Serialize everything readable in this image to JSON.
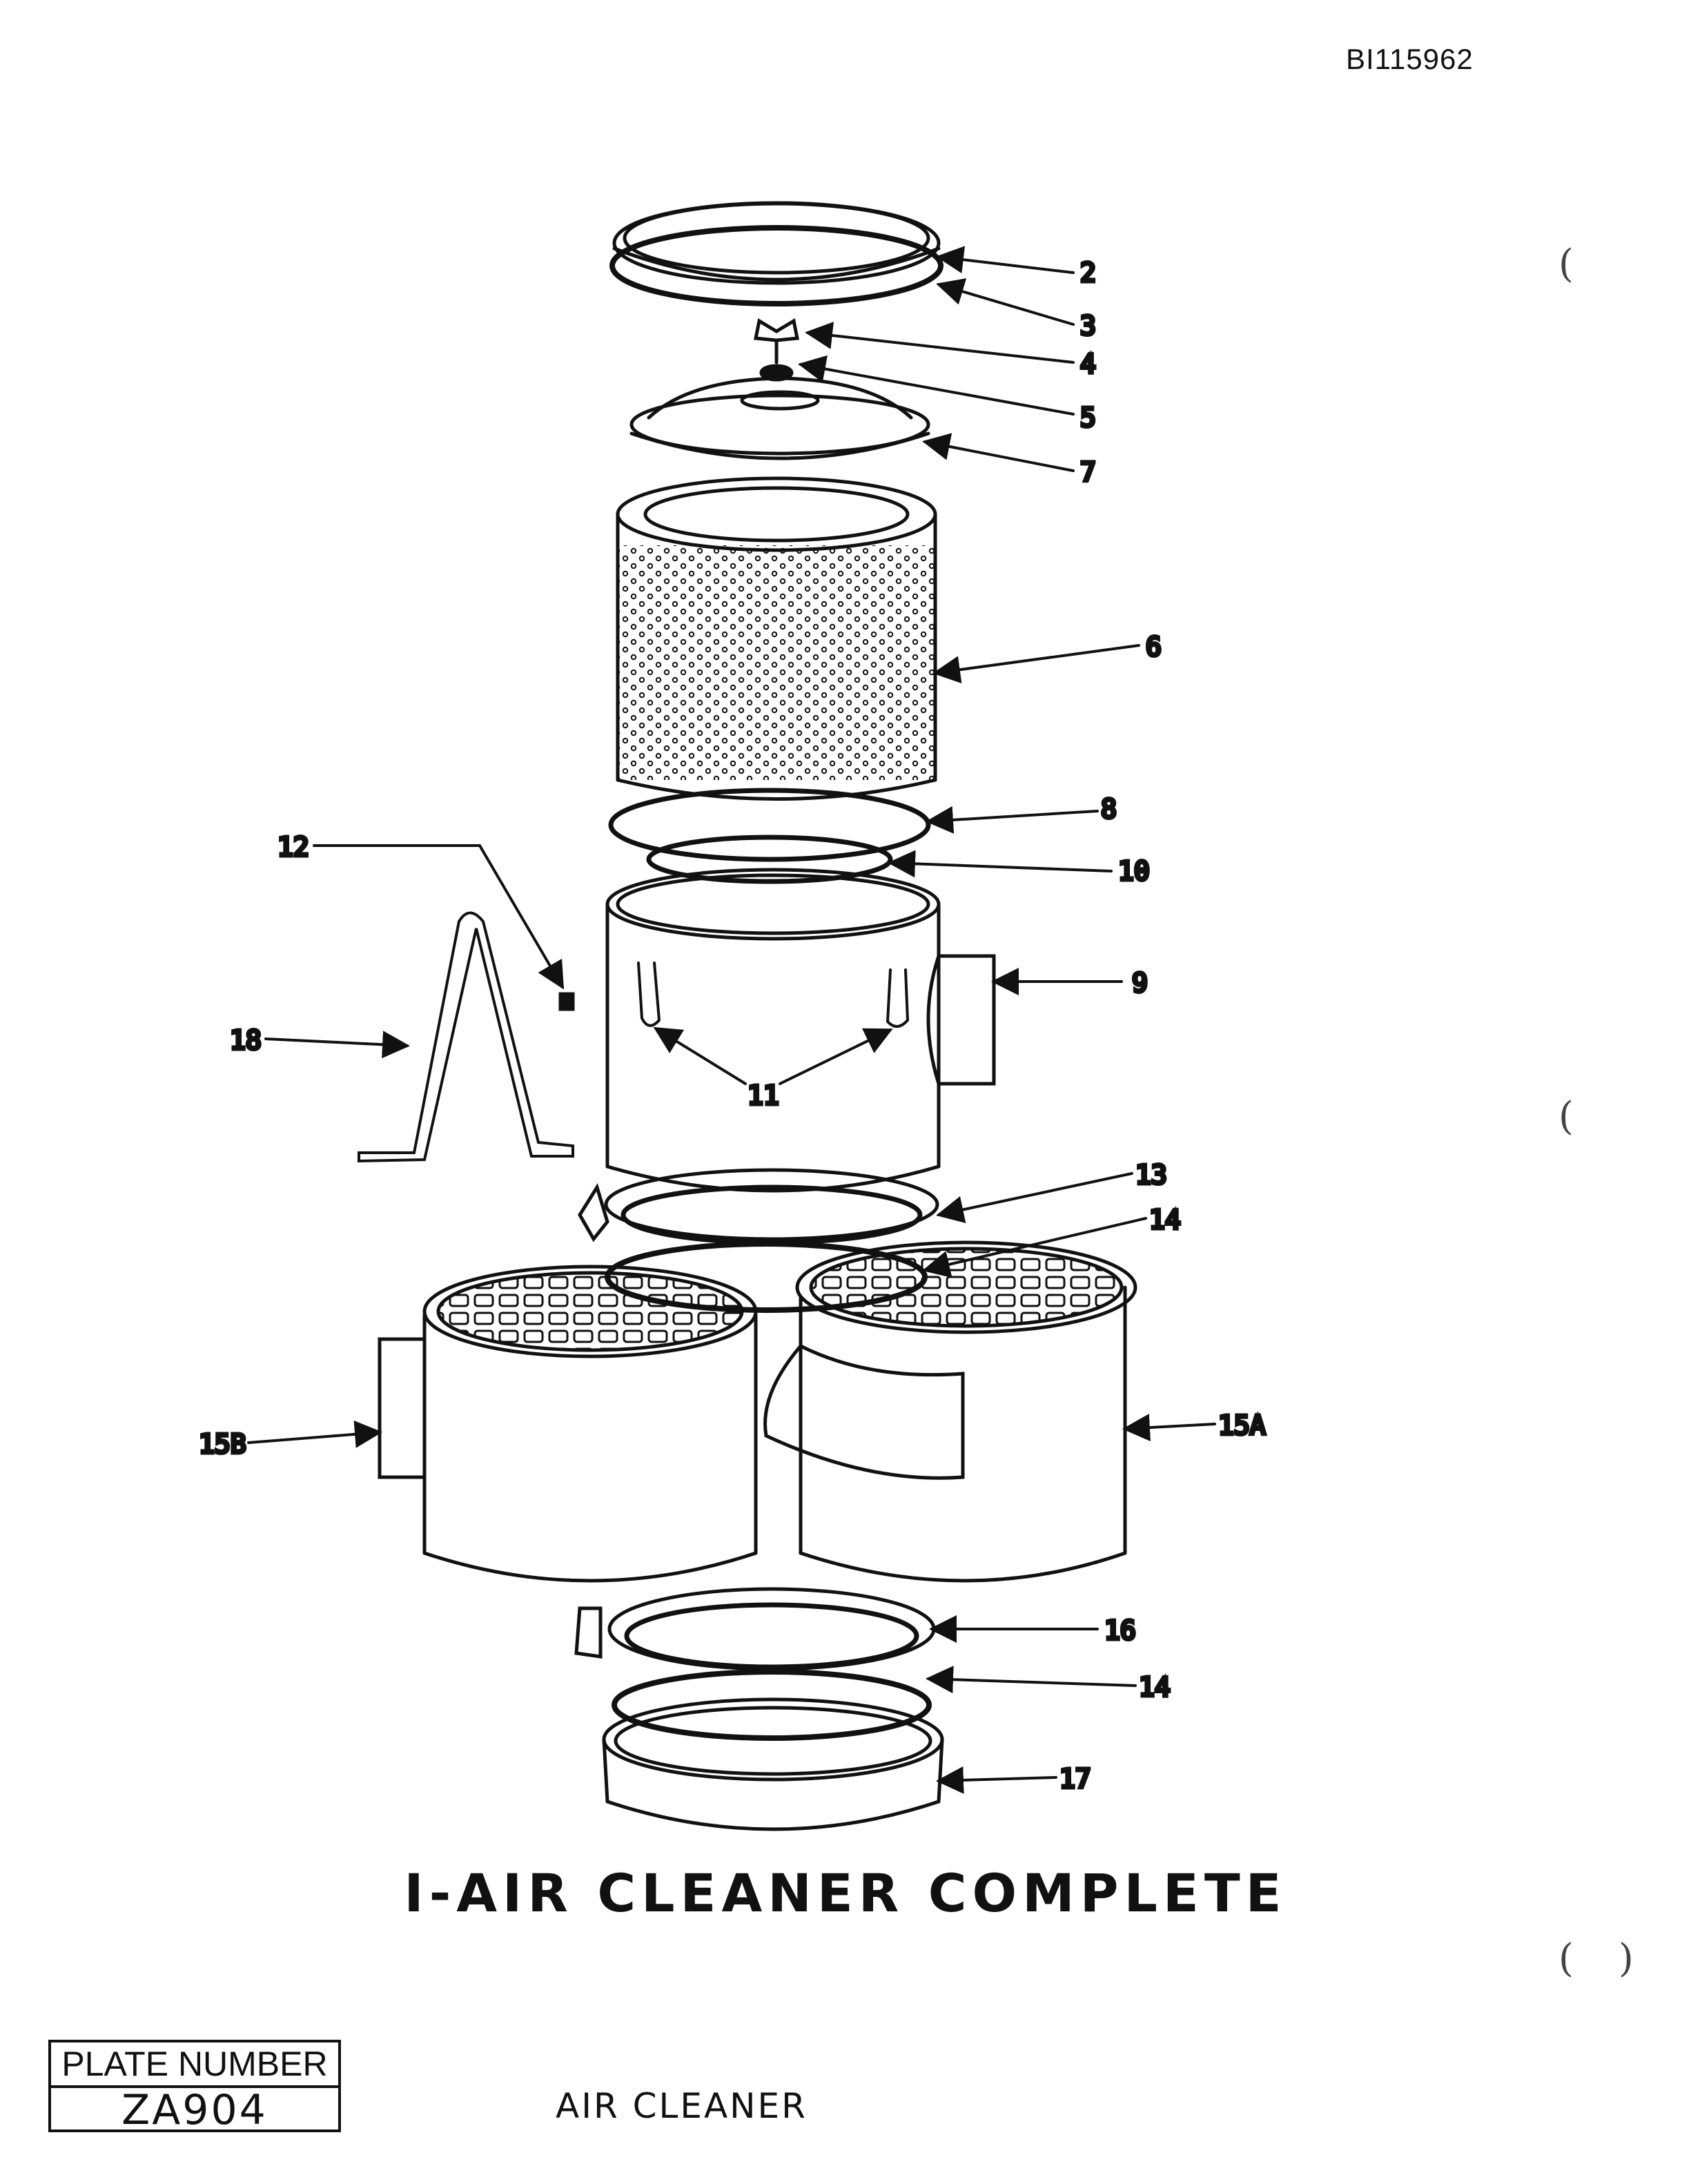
{
  "document_id": "BI115962",
  "title": "I-AIR CLEANER COMPLETE",
  "plate": {
    "label": "PLATE NUMBER",
    "value": "ZA904"
  },
  "caption": "AIR CLEANER",
  "margin_marks": {
    "open": "(",
    "close": ")"
  },
  "callouts": [
    "2",
    "3",
    "4",
    "5",
    "7",
    "6",
    "8",
    "10",
    "9",
    "11",
    "12",
    "18",
    "13",
    "14",
    "15A",
    "15B",
    "16",
    "14",
    "17"
  ],
  "parts": [
    "cover",
    "cover-gasket",
    "wing-nut",
    "washer",
    "baffle-cover",
    "filter-element",
    "filter-gasket",
    "inner-ring",
    "body",
    "body-clamps",
    "fitting",
    "bracket",
    "lower-clamp",
    "lower-gasket",
    "lower-body-15A",
    "lower-body-15B",
    "cup-clamp",
    "cup-gasket",
    "oil-cup"
  ]
}
